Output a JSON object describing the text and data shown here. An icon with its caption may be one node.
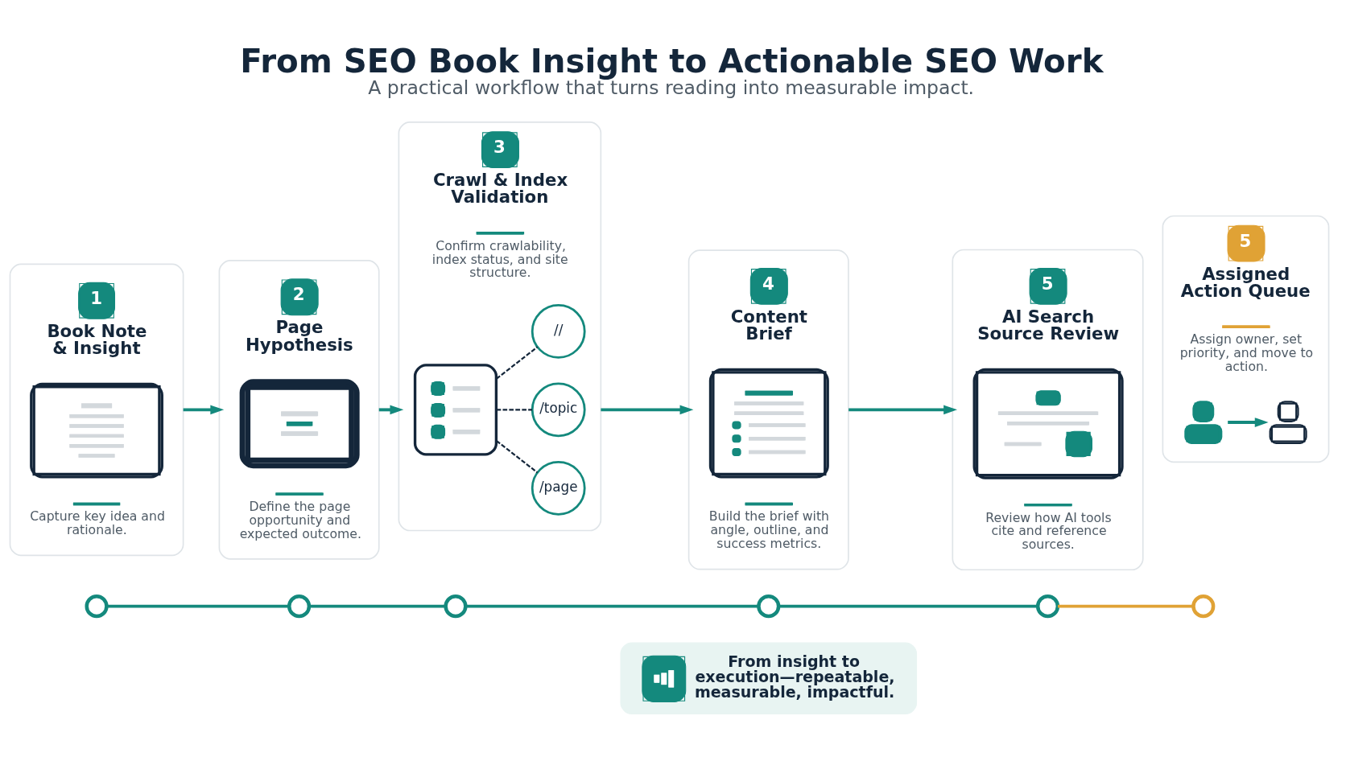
{
  "diagram": {
    "title": "From SEO Book Insight to Actionable SEO Work",
    "caption": "A practical workflow that turns reading into measurable impact.",
    "nodes": [
      {
        "text": [
          "1",
          "Book Note & Insight",
          "Capture key idea and rationale."
        ]
      },
      {
        "text": [
          "2",
          "Page Hypothesis",
          "Define the page opportunity and expected outcome."
        ]
      },
      {
        "text": [
          "3",
          "Crawl & Index Validation",
          "Confirm crawlability, index status, and site structure."
        ]
      },
      {
        "text": [],
        "shape": "picture",
        "in": 2
      },
      {
        "text": [
          "//"
        ],
        "in": 2
      },
      {
        "text": [
          "/topic"
        ],
        "in": 2
      },
      {
        "text": [
          "/page"
        ],
        "in": 2
      },
      {
        "text": [
          "4",
          "Content Brief",
          "Build the brief with angle, outline, and success metrics."
        ]
      },
      {
        "text": [
          "5",
          "AI Search Source Review",
          "Review how AI tools cite and reference sources."
        ]
      },
      {
        "text": [
          "5",
          "Assigned Action Queue",
          "Assign owner, set priority, and move to action."
        ]
      },
      {
        "text": [],
        "shape": "person",
        "in": 9
      },
      {
        "text": [],
        "shape": "person",
        "in": 9
      },
      {
        "text": [],
        "shape": "circle"
      },
      {
        "text": [],
        "shape": "circle"
      },
      {
        "text": [],
        "shape": "circle"
      },
      {
        "text": [],
        "shape": "circle"
      },
      {
        "text": [],
        "shape": "circle"
      },
      {
        "text": [],
        "shape": "circle"
      },
      {
        "text": [
          "From insight to execution—repeatable, measurable, impactful."
        ]
      }
    ],
    "edges": [
      {
        "from": 0,
        "to": 1,
        "arrow": "to"
      },
      {
        "from": 1,
        "to": 2,
        "arrow": "to"
      },
      {
        "from": 2,
        "to": 7,
        "arrow": "to"
      },
      {
        "from": 7,
        "to": 8,
        "arrow": "to"
      },
      {
        "from": 3,
        "to": 4,
        "arrow": "none",
        "style": "dashed",
        "color": "#14263a"
      },
      {
        "from": 3,
        "to": 5,
        "arrow": "none",
        "style": "dashed",
        "color": "#14263a"
      },
      {
        "from": 3,
        "to": 6,
        "arrow": "none",
        "style": "dashed",
        "color": "#14263a"
      },
      {
        "from": 10,
        "to": 11,
        "arrow": "to"
      },
      {
        "from": 12,
        "to": 13,
        "arrow": "none"
      },
      {
        "from": 13,
        "to": 14,
        "arrow": "none"
      },
      {
        "from": 14,
        "to": 15,
        "arrow": "none"
      },
      {
        "from": 15,
        "to": 16,
        "arrow": "none"
      },
      {
        "from": 16,
        "to": 17,
        "arrow": "none",
        "color": "#e0a235"
      }
    ]
  }
}
